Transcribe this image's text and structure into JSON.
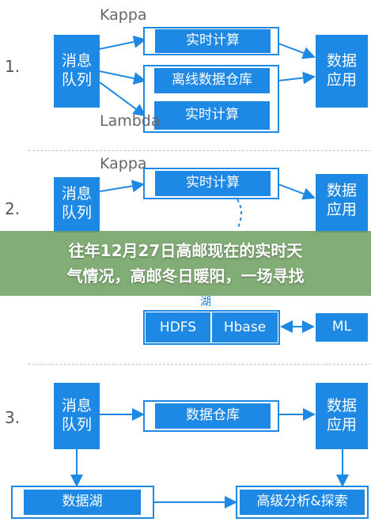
{
  "sections": [
    {
      "number": "1.",
      "top_label": "Kappa",
      "bottom_label": "Lambda",
      "source": "消息\n队列",
      "middle": [
        "实时计算",
        "离线数据仓库",
        "实时计算"
      ],
      "target": "数据\n应用"
    },
    {
      "number": "2.",
      "top_label": "Kappa",
      "source": "消息\n队列",
      "middle": [
        "实时计算"
      ],
      "target": "数据\n应用",
      "storage": [
        "HDFS",
        "Hbase"
      ],
      "ml": "ML",
      "hidden_fragment": "湖"
    },
    {
      "number": "3.",
      "source": "消息\n队列",
      "middle": [
        "数据仓库"
      ],
      "target": "数据\n应用",
      "lake": "数据湖",
      "analysis": "高级分析&探索"
    }
  ],
  "banner": {
    "line1": "往年12月27日高邮现在的实时天",
    "line2": "气情况，高邮冬日暖阳，一场寻找"
  },
  "colors": {
    "primary": "#1e88e5",
    "banner": "#6ea05f"
  }
}
